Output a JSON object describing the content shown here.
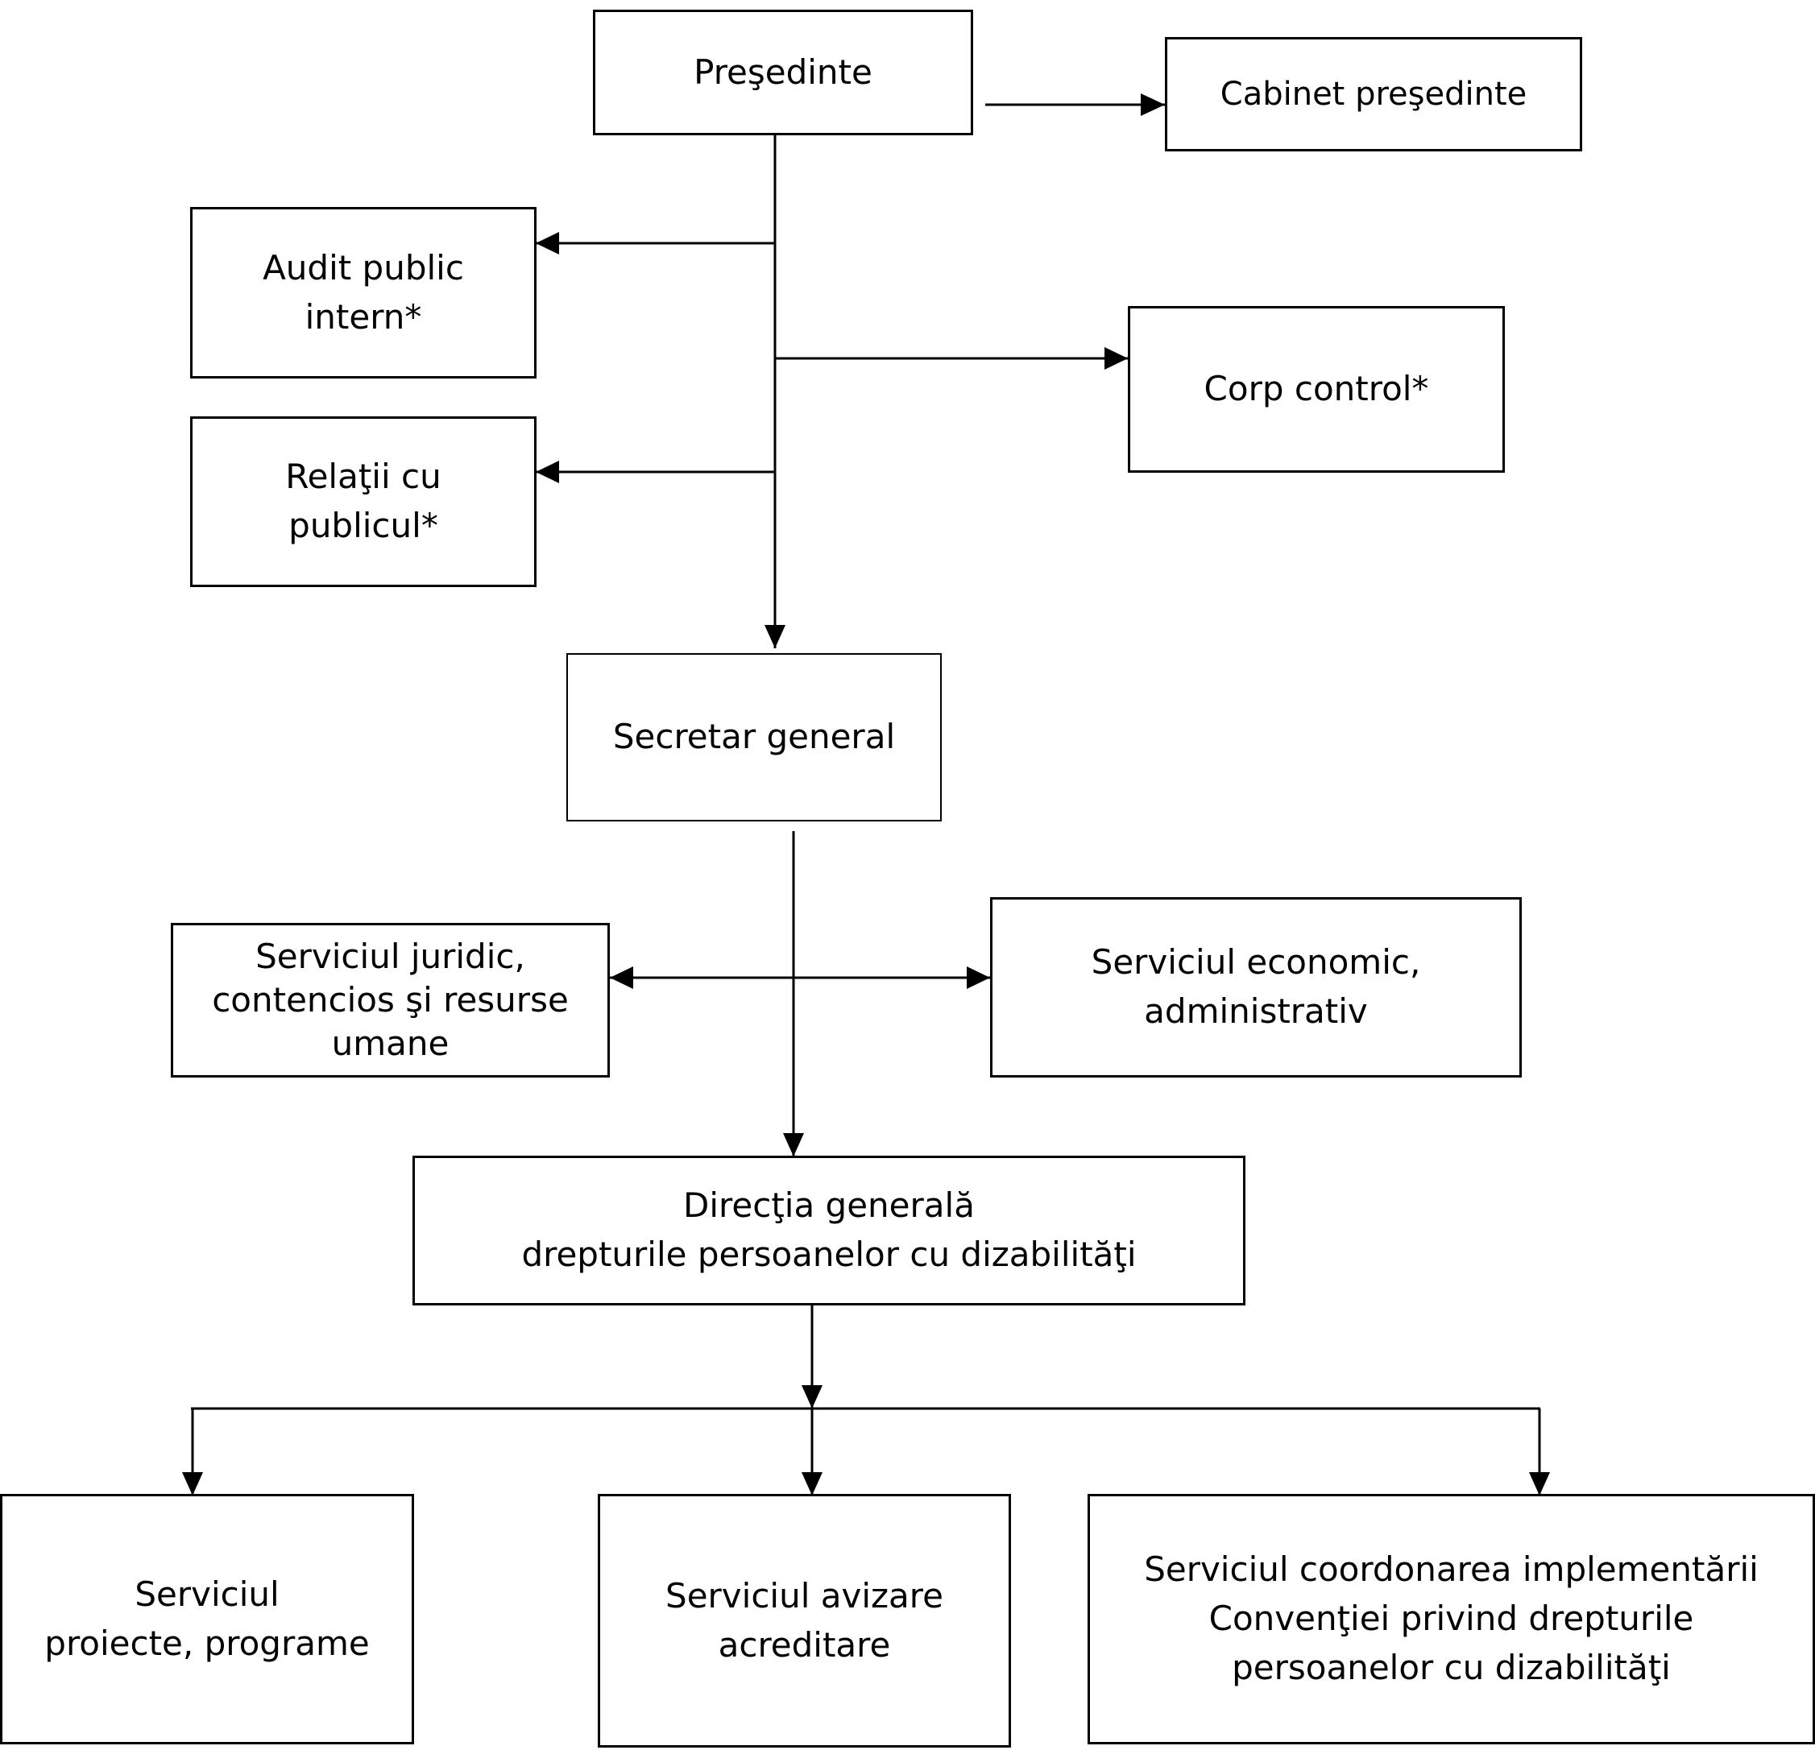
{
  "org_chart": {
    "presedinte": "Preşedinte",
    "cabinet_presedinte": "Cabinet preşedinte",
    "audit_public_intern": "Audit public\nintern*",
    "relatii_cu_publicul": "Relaţii cu\npublicul*",
    "corp_control": "Corp control*",
    "secretar_general": "Secretar general",
    "serviciul_juridic": "Serviciul juridic,\ncontencios şi resurse\numane",
    "serviciul_economic": "Serviciul economic,\nadministrativ",
    "directia_generala": "Direcţia generală\ndrepturile persoanelor cu dizabilităţi",
    "serviciul_proiecte": "Serviciul\nproiecte, programe",
    "serviciul_avizare": "Serviciul avizare\nacreditare",
    "serviciul_coordonare": "Serviciul coordonarea implementării\nConvenţiei privind drepturile\npersoanelor cu dizabilităţi"
  },
  "colors": {
    "line": "#000000",
    "background": "#ffffff"
  }
}
